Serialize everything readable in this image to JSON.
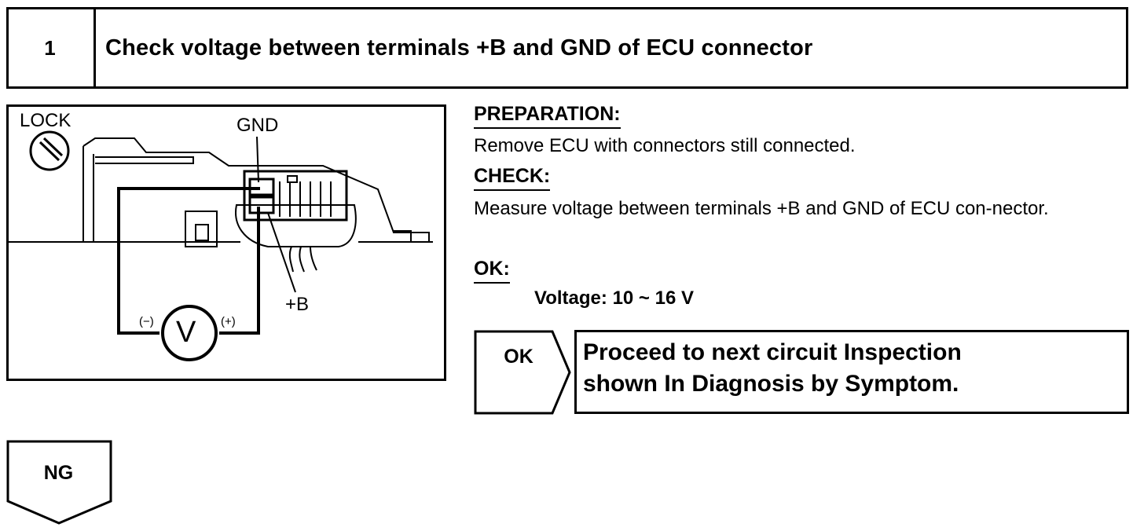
{
  "step": {
    "number": "1",
    "title": "Check voltage between terminals +B and GND of ECU connector"
  },
  "diagram": {
    "lock_label": "LOCK",
    "gnd_label": "GND",
    "b_label": "+B",
    "neg_label": "(−)",
    "pos_label": "(+)",
    "meter_label": "V"
  },
  "preparation": {
    "heading": "PREPARATION:",
    "text": "Remove ECU with connectors still connected."
  },
  "check": {
    "heading": "CHECK:",
    "text": "Measure voltage between terminals +B and GND of ECU con-nector."
  },
  "ok": {
    "heading": "OK:",
    "spec": "Voltage: 10 ~ 16 V"
  },
  "ok_result": {
    "label": "OK",
    "line1": "Proceed to next circuit Inspection",
    "line2": "shown In Diagnosis by Symptom."
  },
  "ng": {
    "label": "NG"
  }
}
